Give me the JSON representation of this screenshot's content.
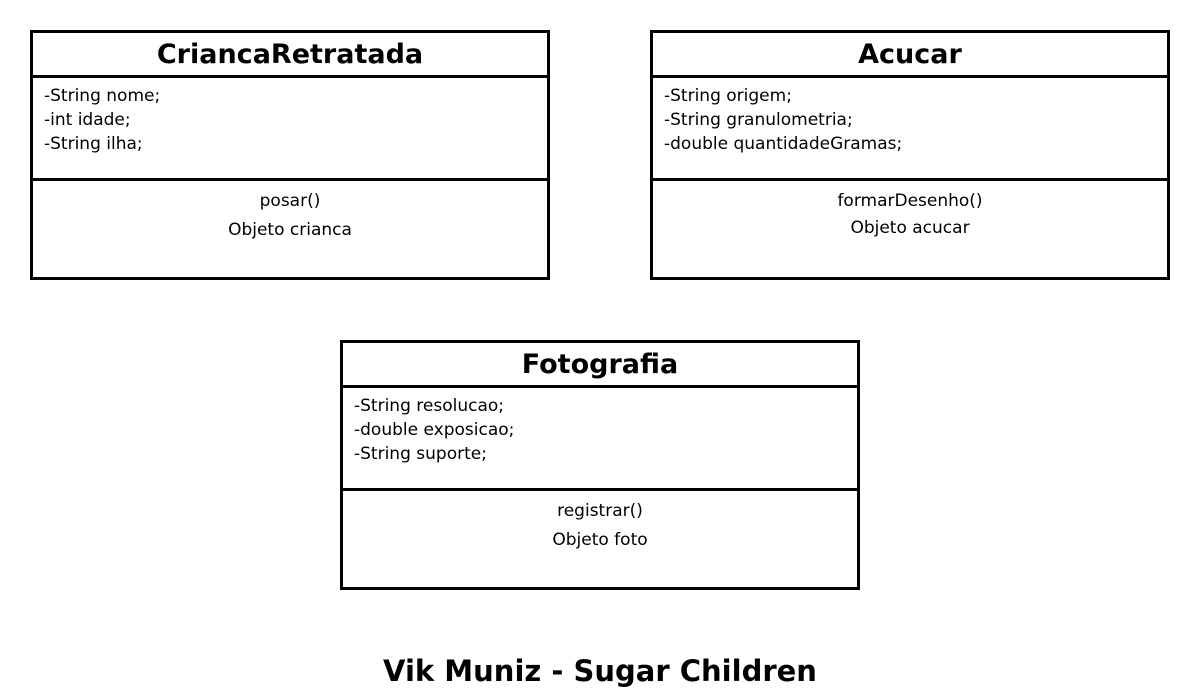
{
  "diagram": {
    "title": "Vik Muniz - Sugar Children",
    "classes": [
      {
        "name": "CriancaRetratada",
        "attributes": [
          "-String nome;",
          "-int idade;",
          "-String ilha;"
        ],
        "method": "posar()",
        "object": "Objeto crianca"
      },
      {
        "name": "Acucar",
        "attributes": [
          "-String origem;",
          "-String granulometria;",
          "-double quantidadeGramas;"
        ],
        "method": "formarDesenho()",
        "object": "Objeto acucar"
      },
      {
        "name": "Fotografia",
        "attributes": [
          "-String resolucao;",
          "-double exposicao;",
          "-String suporte;"
        ],
        "method": "registrar()",
        "object": "Objeto foto"
      }
    ]
  }
}
